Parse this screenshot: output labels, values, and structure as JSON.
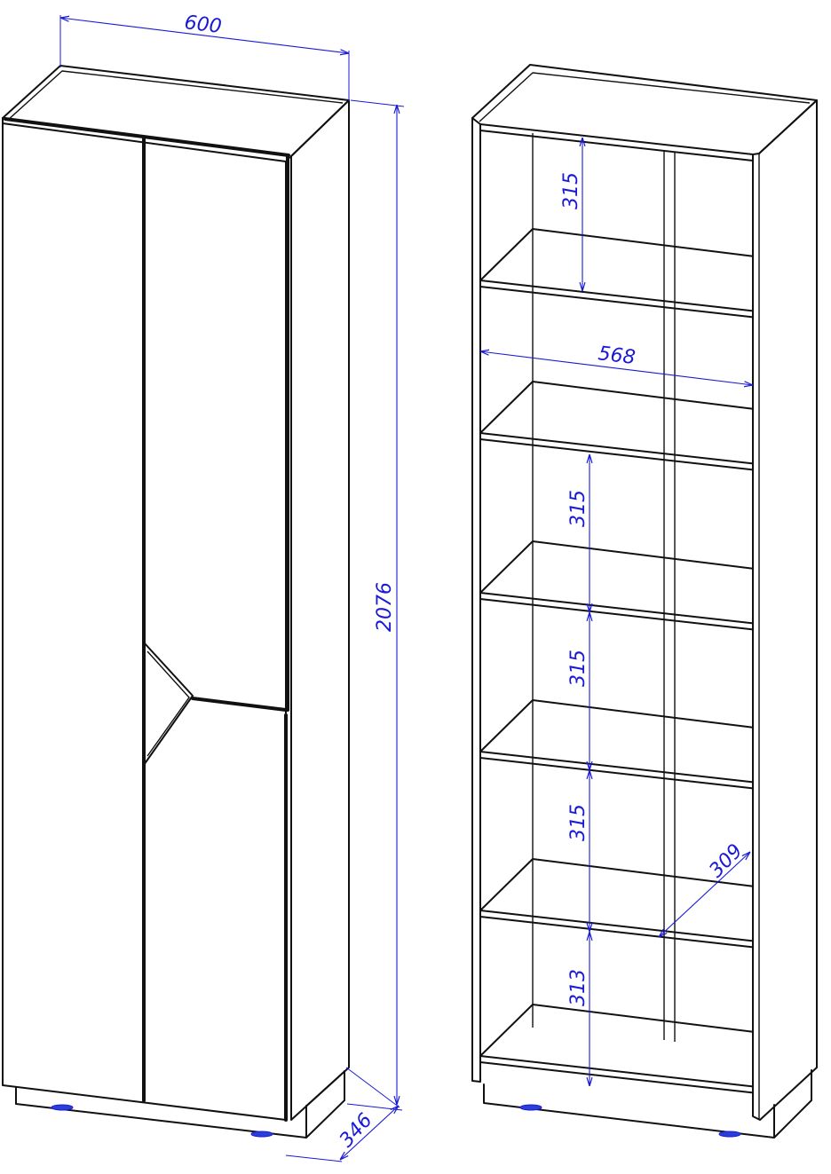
{
  "closed_cabinet": {
    "dimensions": {
      "width": "600",
      "height": "2076",
      "depth": "346"
    }
  },
  "open_shelving": {
    "dimensions": {
      "shelf_1_height": "315",
      "inner_width": "568",
      "shelf_3_height": "315",
      "shelf_4_height": "315",
      "shelf_5_height": "315",
      "shelf_depth": "309",
      "bottom_shelf_height": "313"
    }
  },
  "colors": {
    "dimension": "#1a1ad6",
    "outline": "#111111",
    "background": "#ffffff"
  }
}
